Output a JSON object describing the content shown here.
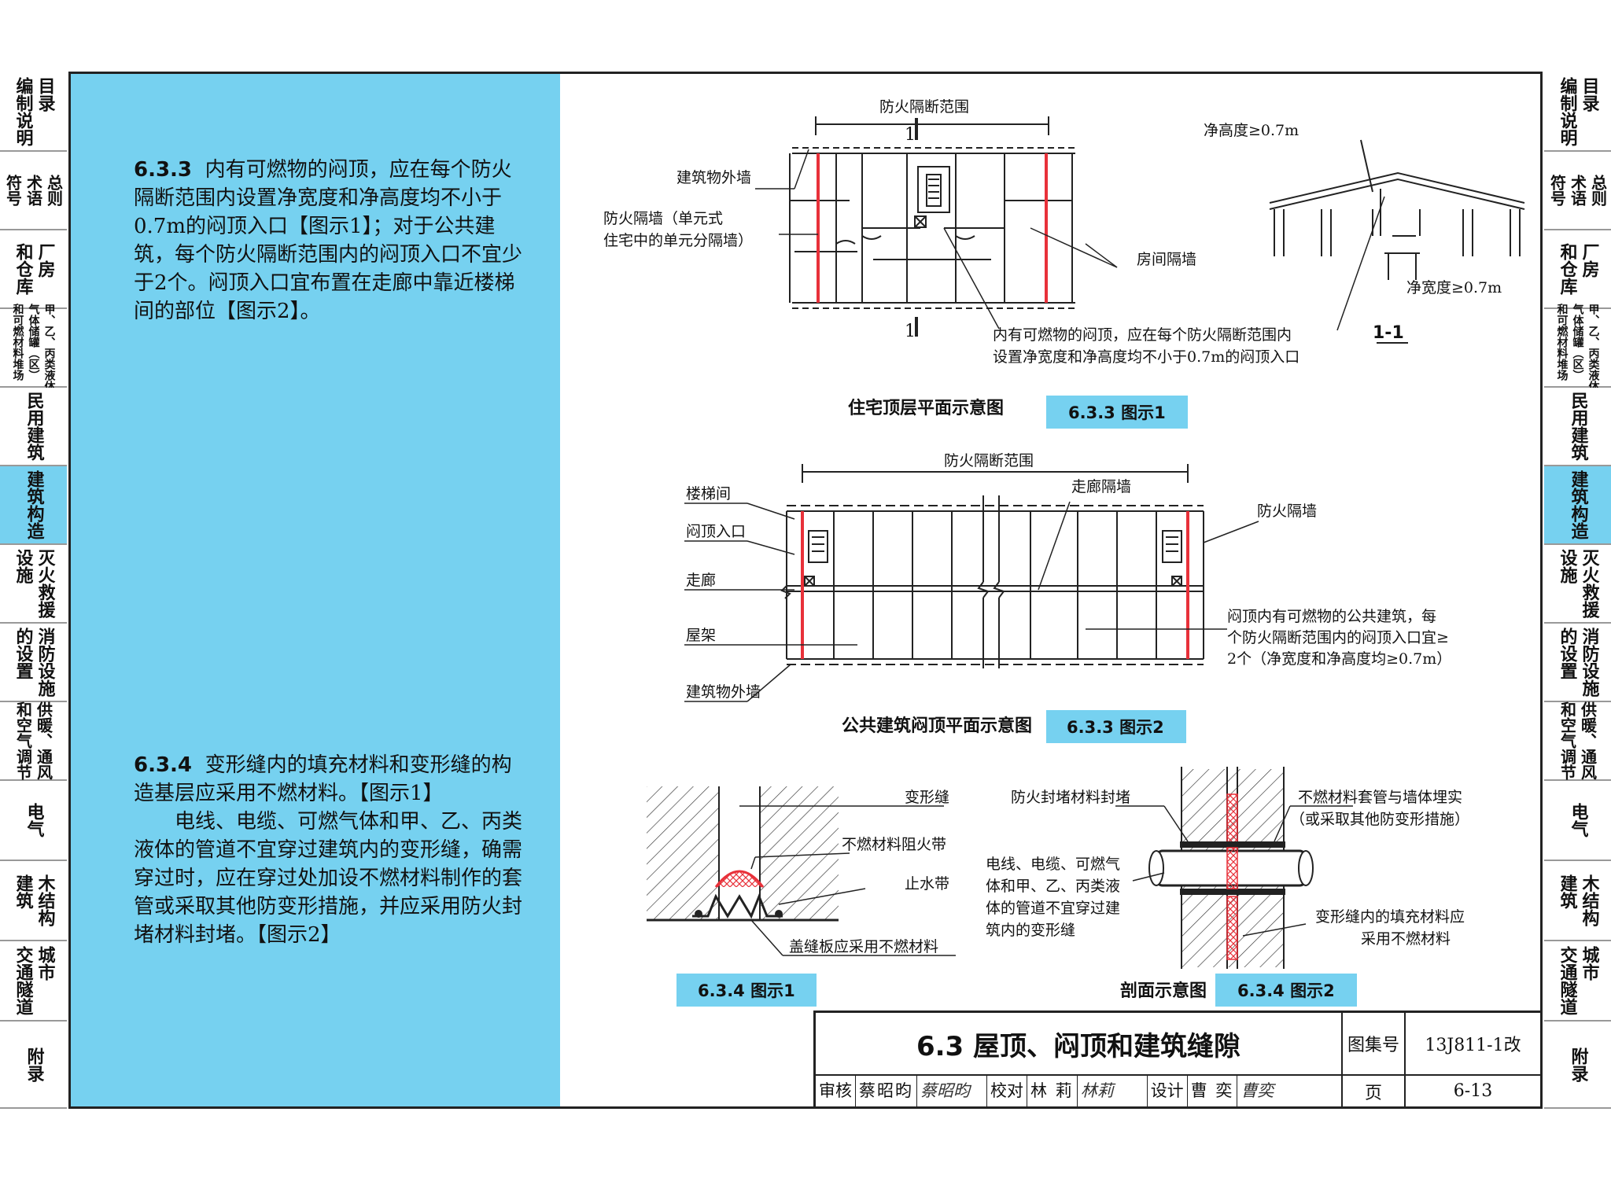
{
  "sidebar_tabs": [
    {
      "id": "mulu",
      "cols": [
        "目录",
        "编制说明"
      ]
    },
    {
      "id": "zongze",
      "cols": [
        "总则",
        "术语",
        "符号"
      ]
    },
    {
      "id": "changfang",
      "cols": [
        "厂房",
        "和仓库"
      ]
    },
    {
      "id": "duichang",
      "cols": [
        "甲、乙、丙类液体",
        "气体储罐（区）",
        "和可燃材料堆场"
      ]
    },
    {
      "id": "minyong",
      "cols": [
        "民用建筑"
      ]
    },
    {
      "id": "gouzao",
      "cols": [
        "建筑构造"
      ]
    },
    {
      "id": "miehuo",
      "cols": [
        "灭火救援",
        "设施"
      ]
    },
    {
      "id": "xiaofang",
      "cols": [
        "消防设施",
        "的设置"
      ]
    },
    {
      "id": "gongnuan",
      "cols": [
        "供暖、通风",
        "和空气调节"
      ]
    },
    {
      "id": "dianqi",
      "cols": [
        "电气"
      ]
    },
    {
      "id": "mujiegou",
      "cols": [
        "木结构",
        "建筑"
      ]
    },
    {
      "id": "chengshi",
      "cols": [
        "城市",
        "交通隧道"
      ]
    },
    {
      "id": "fulu",
      "cols": [
        "附录"
      ]
    }
  ],
  "clause_633": {
    "number": "6.3.3",
    "text": "内有可燃物的闷顶，应在每个防火隔断范围内设置净宽度和净高度均不小于0.7m的闷顶入口【图示1】；对于公共建筑，每个防火隔断范围内的闷顶入口不宜少于2个。闷顶入口宜布置在走廊中靠近楼梯间的部位【图示2】。"
  },
  "clause_634": {
    "number": "6.3.4",
    "text1": "变形缝内的填充材料和变形缝的构造基层应采用不燃材料。【图示1】",
    "text2": "电线、电缆、可燃气体和甲、乙、丙类液体的管道不宜穿过建筑内的变形缝，确需穿过时，应在穿过处加设不燃材料制作的套管或采取其他防变形措施，并应采用防火封堵材料封堵。【图示2】"
  },
  "fig1": {
    "range_label": "防火隔断范围",
    "section_mark": "1",
    "outer_wall": "建筑物外墙",
    "firewall_l1": "防火隔墙（单元式",
    "firewall_l2": "住宅中的单元分隔墙）",
    "room_wall": "房间隔墙",
    "note_l1": "内有可燃物的闷顶，应在每个防火隔断范围内",
    "note_l2": "设置净宽度和净高度均不小于0.7m的闷顶入口",
    "section_name": "1-1",
    "net_height": "净高度≥0.7m",
    "net_width": "净宽度≥0.7m",
    "caption": "住宅顶层平面示意图",
    "tag": "6.3.3 图示1"
  },
  "fig2": {
    "range_label": "防火隔断范围",
    "corridor_wall": "走廊隔墙",
    "firewall": "防火隔墙",
    "stair": "楼梯间",
    "entrance": "闷顶入口",
    "corridor": "走廊",
    "truss": "屋架",
    "outer_wall": "建筑物外墙",
    "note_l1": "闷顶内有可燃物的公共建筑，每",
    "note_l2": "个防火隔断范围内的闷顶入口宜≥",
    "note_l3": "2个（净宽度和净高度均≥0.7m）",
    "caption": "公共建筑闷顶平面示意图",
    "tag": "6.3.3 图示2"
  },
  "fig3": {
    "joint": "变形缝",
    "fire_belt": "不燃材料阻火带",
    "water_stop": "止水带",
    "cover": "盖缝板应采用不燃材料",
    "tag": "6.3.4 图示1"
  },
  "fig4": {
    "seal": "防火封堵材料封堵",
    "sleeve_l1": "不燃材料套管与墙体埋实",
    "sleeve_l2": "（或采取其他防变形措施）",
    "pipe_l1": "电线、电缆、可燃气",
    "pipe_l2": "体和甲、乙、丙类液",
    "pipe_l3": "体的管道不宜穿过建",
    "pipe_l4": "筑内的变形缝",
    "fill_l1": "变形缝内的填充材料应",
    "fill_l2": "采用不燃材料",
    "caption": "剖面示意图",
    "tag": "6.3.4 图示2"
  },
  "title_block": {
    "title": "6.3 屋顶、闷顶和建筑缝隙",
    "atlas_label": "图集号",
    "atlas_no": "13J811-1改",
    "page_label": "页",
    "page_no": "6-13",
    "review_label": "审核",
    "reviewer": "蔡昭昀",
    "reviewer_sig": "蔡昭昀",
    "check_label": "校对",
    "checker": "林 莉",
    "checker_sig": "林莉",
    "design_label": "设计",
    "designer": "曹 奕",
    "designer_sig": "曹奕"
  },
  "colors": {
    "panel": "#76d1f0",
    "tag": "#76d1f0",
    "red": "#e8313a",
    "line": "#222222"
  }
}
